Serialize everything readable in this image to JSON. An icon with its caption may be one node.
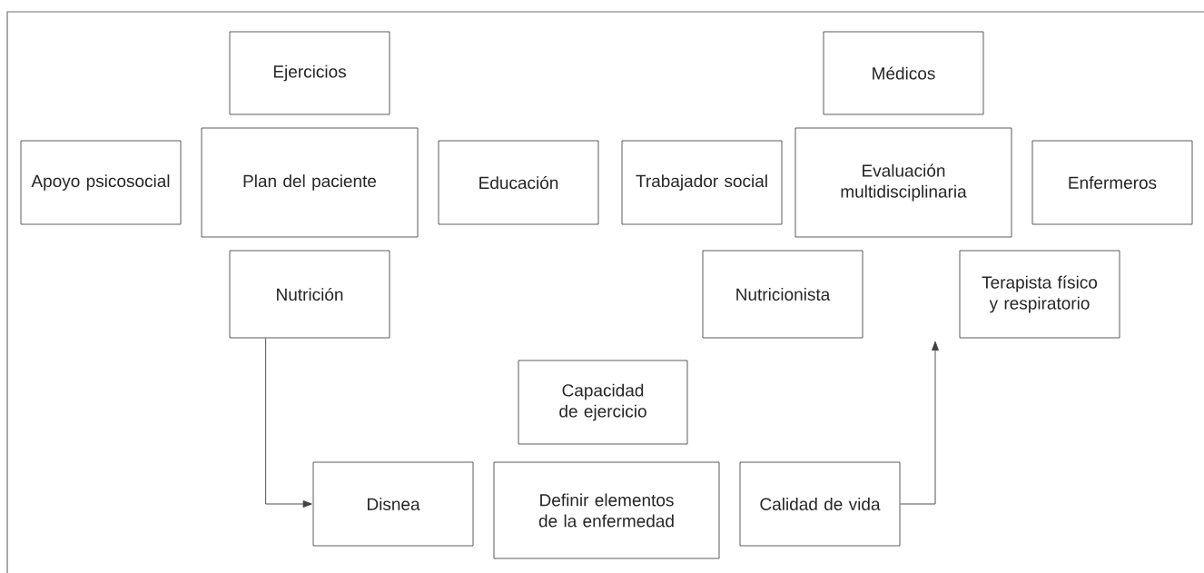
{
  "diagram": {
    "nodes": [
      {
        "text": [
          "Ejercicios"
        ]
      },
      {
        "text": [
          "Médicos"
        ]
      },
      {
        "text": [
          "Apoyo psicosocial"
        ]
      },
      {
        "text": [
          "Plan del paciente"
        ]
      },
      {
        "text": [
          "Educación"
        ]
      },
      {
        "text": [
          "Trabajador social"
        ]
      },
      {
        "text": [
          "Evaluación multidisciplinaria"
        ]
      },
      {
        "text": [
          "Enfermeros"
        ]
      },
      {
        "text": [
          "Nutrición"
        ]
      },
      {
        "text": [
          "Nutricionista"
        ]
      },
      {
        "text": [
          "Terapista físico y respiratorio"
        ]
      },
      {
        "text": [
          "Capacidad de ejercicio"
        ]
      },
      {
        "text": [
          "Disnea"
        ]
      },
      {
        "text": [
          "Definir elementos de la enfermedad"
        ]
      },
      {
        "text": [
          "Calidad de vida"
        ]
      }
    ],
    "edges": [
      {
        "from": 8,
        "to": 12,
        "arrow": "to"
      },
      {
        "from": 14,
        "to": null,
        "arrow": "to"
      }
    ]
  }
}
